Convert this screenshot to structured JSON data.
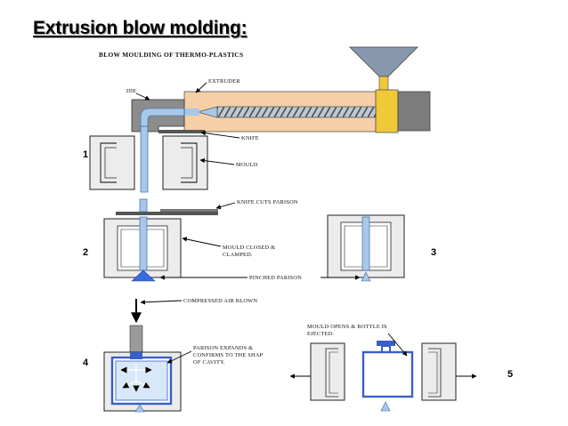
{
  "slide_title": "Extrusion blow molding:",
  "diagram": {
    "header": "BLOW MOULDING OF THERMO-PLASTICS",
    "labels": {
      "die": "DIE",
      "extruder": "EXTRUDER",
      "knife": "KNIFE",
      "mould": "MOULD",
      "knife_cuts": "KNIFE CUTS PARISON",
      "mould_closed_1": "MOULD CLOSED &",
      "mould_closed_2": "CLAMPED.",
      "pinched": "PINCHED PARISON",
      "compressed_air": "COMPRESSED AIR BLOWN",
      "parison_1": "PARISON EXPANDS &",
      "parison_2": "CONFIRMS TO THE SHAP",
      "parison_3": "OF CAVITY.",
      "mould_opens_1": "MOULD OPENS & BOTTLE IS",
      "mould_opens_2": "EJECTED."
    },
    "steps": [
      "1",
      "2",
      "3",
      "4",
      "5"
    ]
  },
  "colors": {
    "extruder_body": "#f5cfa6",
    "extruder_end": "#f0c838",
    "hopper": "#8898ac",
    "die": "#8c8c8c",
    "parison": "#a8c8e8",
    "bottle": "#3a5fc8",
    "mould": "#ececec"
  }
}
